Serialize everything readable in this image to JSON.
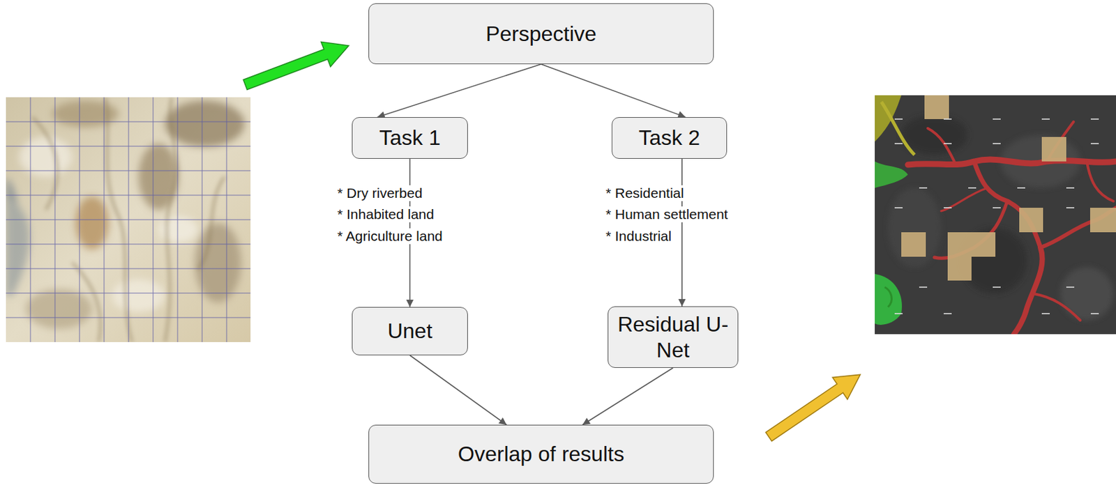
{
  "diagram": {
    "nodes": [
      {
        "text": [
          "Perspective"
        ]
      },
      {
        "text": [
          "Task 1"
        ]
      },
      {
        "text": [
          "Task 2"
        ]
      },
      {
        "text": [
          "Unet"
        ]
      },
      {
        "text": [
          "Residual U-Net"
        ]
      },
      {
        "text": [
          "Overlap of results"
        ]
      }
    ],
    "edges": [
      {
        "from": 0,
        "to": 1,
        "arrow": "to"
      },
      {
        "from": 0,
        "to": 2,
        "arrow": "to"
      },
      {
        "from": 1,
        "to": 3,
        "arrow": "to"
      },
      {
        "from": 2,
        "to": 4,
        "arrow": "to"
      },
      {
        "from": 3,
        "to": 5,
        "arrow": "to"
      },
      {
        "from": 4,
        "to": 5,
        "arrow": "to"
      }
    ],
    "labels": [
      "* Dry riverbed",
      "* Inhabited land",
      "* Agriculture land",
      "* Residential",
      "* Human settlement",
      "* Industrial"
    ]
  }
}
